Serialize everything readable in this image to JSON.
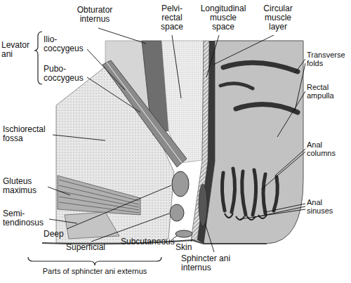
{
  "diagram": {
    "labels": [
      "Obturator internus",
      "Pelvi- rectal space",
      "Longitudinal muscle space",
      "Circular muscle layer",
      "Levator ani",
      "Ilio- coccygeus",
      "Pubo- coccygeus",
      "Transverse folds",
      "Rectal ampulla",
      "Ischiorectal fossa",
      "Anal columns",
      "Gluteus maximus",
      "Semi- tendinosus",
      "Anal sinuses",
      "Deep",
      "Superficial",
      "Subcutaneous",
      "Skin",
      "Sphincter ani internus",
      "Parts of sphincter ani externus"
    ]
  }
}
